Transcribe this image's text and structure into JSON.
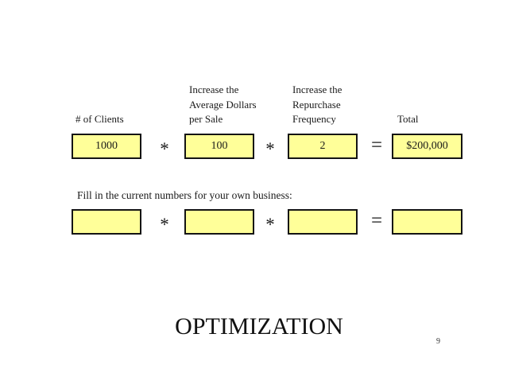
{
  "slide": {
    "title": "OPTIMIZATION",
    "page_number": "9"
  },
  "colors": {
    "background": "#FFFFFF",
    "box_fill": "#FFFF99",
    "box_border": "#141414",
    "text": "#1A1A1A"
  },
  "headers": {
    "clients": "# of Clients",
    "avg_dollars_per_sale": "Increase the\nAverage Dollars\nper Sale",
    "repurchase_frequency": "Increase the\nRepurchase\nFrequency",
    "total": "Total"
  },
  "operators": {
    "multiply": "*",
    "equals": "="
  },
  "example_row": {
    "clients": "1000",
    "avg_dollars_per_sale": "100",
    "repurchase_frequency": "2",
    "total": "$200,000"
  },
  "fill_in_row": {
    "instruction": "Fill in the current numbers for your own business:",
    "clients": "",
    "avg_dollars_per_sale": "",
    "repurchase_frequency": "",
    "total": ""
  }
}
